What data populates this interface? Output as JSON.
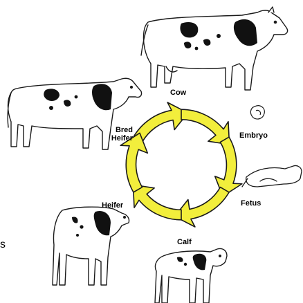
{
  "diagram": {
    "stages": {
      "cow": "Cow",
      "embryo": "Embryo",
      "fetus": "Fetus",
      "calf": "Calf",
      "heifer": "Heifer",
      "bred_heifer_line1": "Bred",
      "bred_heifer_line2": "Heifer"
    },
    "edge_glyph": "s",
    "colors": {
      "arrow_fill": "#f2ee3c",
      "outline": "#1a1a1a",
      "spot": "#111111"
    },
    "icons": [
      "cow-illustration",
      "bred-heifer-illustration",
      "embryo-illustration",
      "fetus-illustration",
      "calf-illustration",
      "heifer-illustration"
    ]
  }
}
